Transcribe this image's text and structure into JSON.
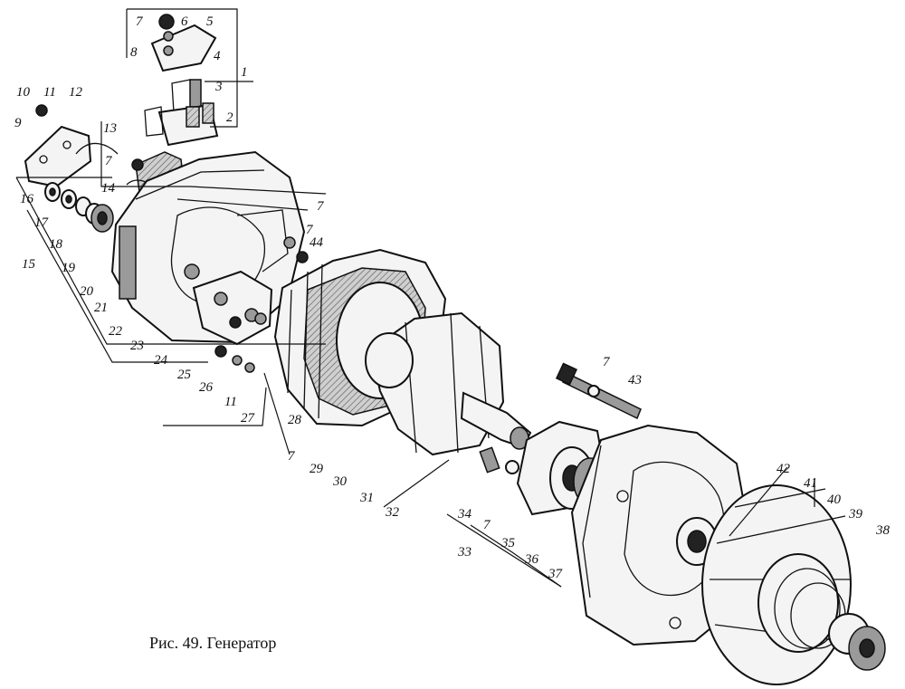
{
  "caption": "Рис. 49. Генератор",
  "labels": {
    "n1": "1",
    "n2": "2",
    "n3": "3",
    "n4": "4",
    "n5": "5",
    "n6": "6",
    "n7": "7",
    "n8": "8",
    "n9": "9",
    "n10": "10",
    "n11": "11",
    "n12": "12",
    "n13": "13",
    "n14": "14",
    "n15": "15",
    "n16": "16",
    "n17": "17",
    "n18": "18",
    "n19": "19",
    "n20": "20",
    "n21": "21",
    "n22": "22",
    "n23": "23",
    "n24": "24",
    "n25": "25",
    "n26": "26",
    "n27": "27",
    "n28": "28",
    "n29": "29",
    "n30": "30",
    "n31": "31",
    "n32": "32",
    "n33": "33",
    "n34": "34",
    "n35": "35",
    "n36": "36",
    "n37": "37",
    "n38": "38",
    "n39": "39",
    "n40": "40",
    "n41": "41",
    "n42": "42",
    "n43": "43",
    "n44": "44"
  }
}
